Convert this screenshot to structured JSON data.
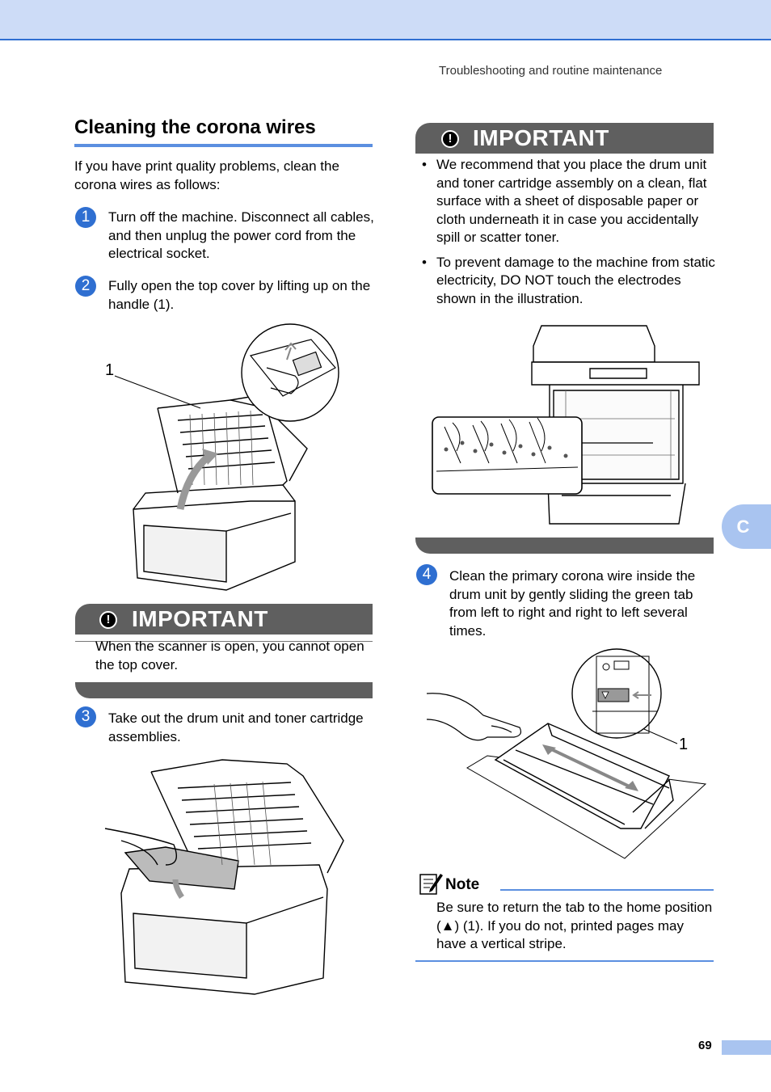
{
  "header": {
    "running_head": "Troubleshooting and routine maintenance"
  },
  "section": {
    "title": "Cleaning the corona wires",
    "intro": "If you have print quality problems, clean the corona wires as follows:"
  },
  "steps": [
    {
      "num": "1",
      "text": "Turn off the machine. Disconnect all cables, and then unplug the power cord from the electrical socket."
    },
    {
      "num": "2",
      "text": "Fully open the top cover by lifting up on the handle (1)."
    },
    {
      "num": "3",
      "text": "Take out the drum unit and toner cartridge assemblies."
    },
    {
      "num": "4",
      "text": "Clean the primary corona wire inside the drum unit by gently sliding the green tab from left to right and right to left several times."
    }
  ],
  "important_left": {
    "label": "IMPORTANT",
    "text": "When the scanner is open, you cannot open the top cover."
  },
  "important_right": {
    "label": "IMPORTANT",
    "bullet_char": "•",
    "bullets": [
      "We recommend that you place the drum unit and toner cartridge assembly on a clean, flat surface with a sheet of disposable paper or cloth underneath it in case you accidentally spill or scatter toner.",
      "To prevent damage to the machine from static electricity, DO NOT touch the electrodes shown in the illustration."
    ]
  },
  "callouts": {
    "handle": "1",
    "tab": "1"
  },
  "note": {
    "label": "Note",
    "text": "Be sure to return the tab to the home position (▲) (1). If you do not, printed pages may have a vertical stripe."
  },
  "side_tab": {
    "letter": "C"
  },
  "footer": {
    "page_number": "69"
  }
}
